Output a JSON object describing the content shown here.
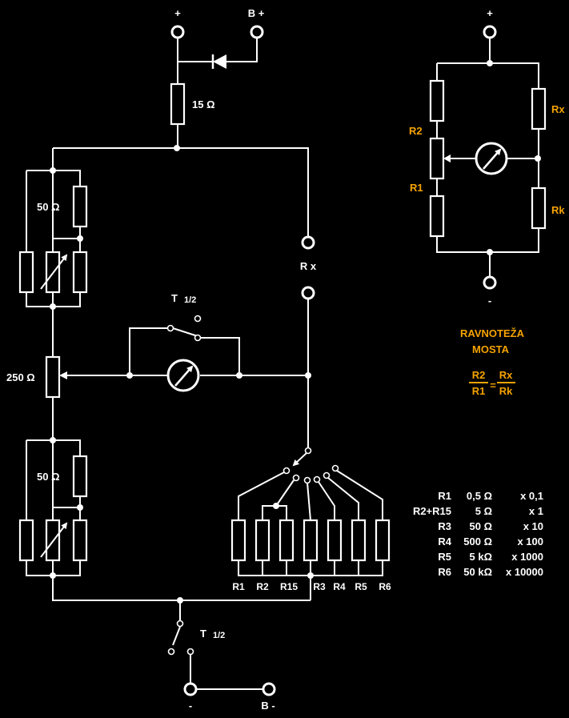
{
  "colors": {
    "background": "#000000",
    "wire": "#ffffff",
    "accent": "#f5a300"
  },
  "terminals": {
    "plus_top": "+",
    "b_plus": "B +",
    "rx": "R x",
    "minus_bottom": "-",
    "b_minus": "B -"
  },
  "main": {
    "r15_value": "15 Ω",
    "r_upper_value": "50 Ω",
    "pot_value": "250 Ω",
    "r_lower_value": "50 Ω",
    "switch_upper": {
      "name": "T",
      "sub": "1/2"
    },
    "switch_lower": {
      "name": "T",
      "sub": "1/2"
    },
    "range_resistors": [
      "R1",
      "R2",
      "R15",
      "R3",
      "R4",
      "R5",
      "R6"
    ]
  },
  "bridge": {
    "plus": "+",
    "minus": "-",
    "r2": "R2",
    "r1": "R1",
    "rx": "Rx",
    "rk": "Rk",
    "title_line1": "RAVNOTEŽA",
    "title_line2": "MOSTA",
    "formula": {
      "num_left": "R2",
      "den_left": "R1",
      "equals": "=",
      "num_right": "Rx",
      "den_right": "Rk"
    }
  },
  "range_table": [
    {
      "name": "R1",
      "value": "0,5 Ω",
      "mult": "x 0,1"
    },
    {
      "name": "R2+R15",
      "value": "5 Ω",
      "mult": "x 1"
    },
    {
      "name": "R3",
      "value": "50 Ω",
      "mult": "x 10"
    },
    {
      "name": "R4",
      "value": "500 Ω",
      "mult": "x 100"
    },
    {
      "name": "R5",
      "value": "5 kΩ",
      "mult": "x 1000"
    },
    {
      "name": "R6",
      "value": "50 kΩ",
      "mult": "x 10000"
    }
  ]
}
